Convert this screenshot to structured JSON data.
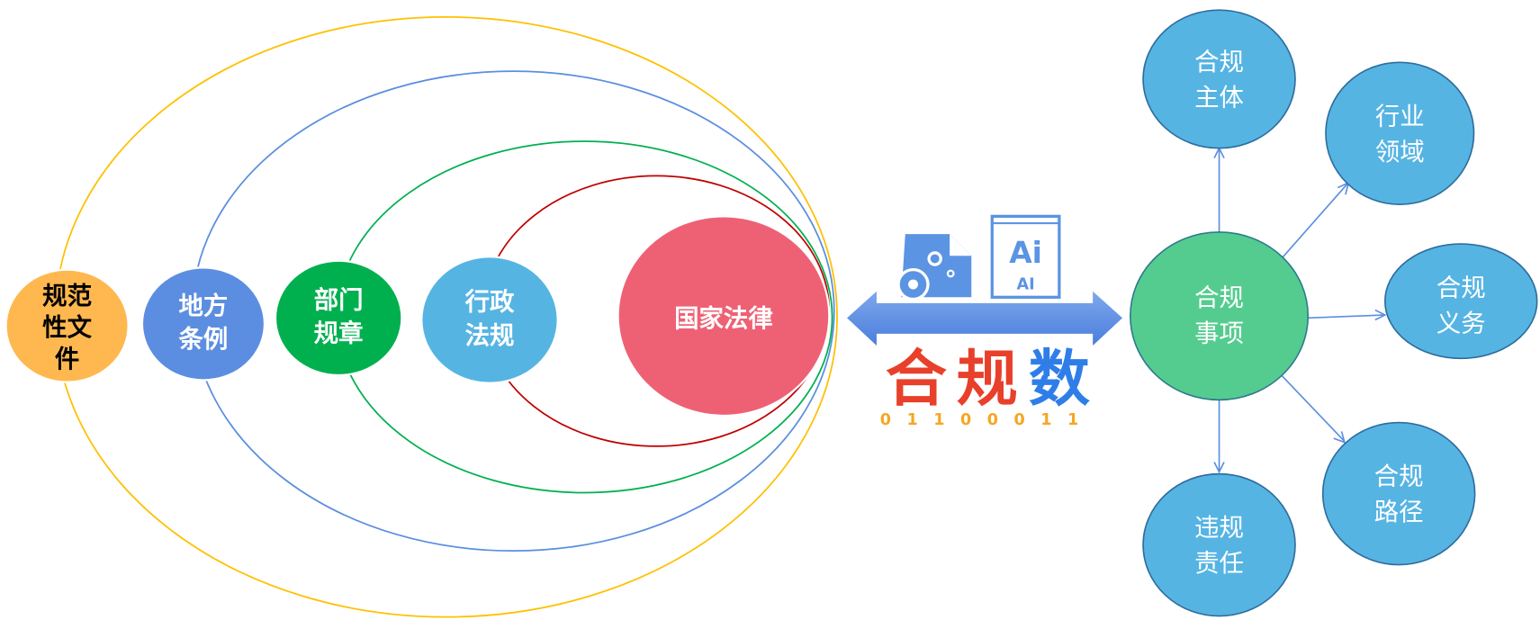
{
  "left_hierarchy": {
    "national_law": "国家法律",
    "admin_regulations": [
      "行政",
      "法规"
    ],
    "dept_rules": [
      "部门",
      "规章"
    ],
    "local_regulations": [
      "地方",
      "条例"
    ],
    "normative_docs": [
      "规范",
      "性文",
      "件"
    ]
  },
  "center": {
    "brand": [
      "合",
      "规",
      "数"
    ],
    "binary": "01100011",
    "ai_icon_big": "Ai",
    "ai_icon_small": "AI"
  },
  "right_graph": {
    "hub": [
      "合规",
      "事项"
    ],
    "nodes": {
      "subject": [
        "合规",
        "主体"
      ],
      "industry": [
        "行业",
        "领域"
      ],
      "obligation": [
        "合规",
        "义务"
      ],
      "path": [
        "合规",
        "路径"
      ],
      "liability": [
        "违规",
        "责任"
      ]
    }
  },
  "colors": {
    "yellow": "#FFC000",
    "blue_line": "#5B8EE0",
    "green_line": "#00B050",
    "red_line": "#C00000",
    "pink": "#EE6175",
    "orange": "#FFB84F",
    "blue": "#5B8EE0",
    "green": "#00B04F",
    "light_blue": "#56B4E3",
    "hub_green": "#55CC8F",
    "brand_red": "#E8402A",
    "brand_blue": "#2F7EE8"
  }
}
